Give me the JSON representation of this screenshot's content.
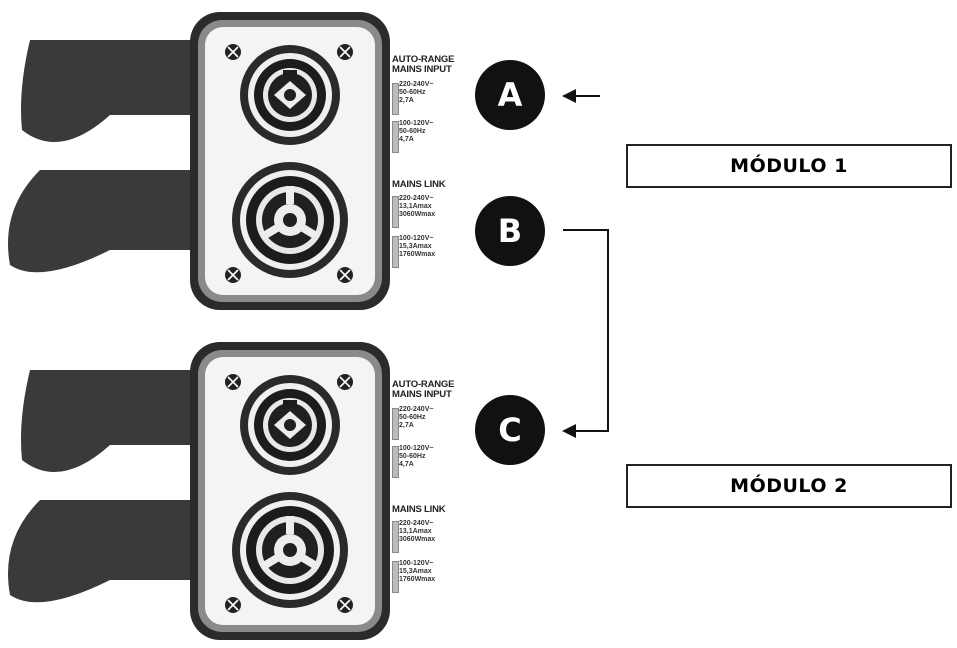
{
  "modules": [
    {
      "label": "MÓDULO 1",
      "input_title_1": "AUTO-RANGE",
      "input_title_2": "MAINS INPUT",
      "input_hi_1": "220-240V~",
      "input_hi_2": "50-60Hz",
      "input_hi_3": "2,7A",
      "input_lo_1": "100-120V~",
      "input_lo_2": "50-60Hz",
      "input_lo_3": "4,7A",
      "link_title": "MAINS LINK",
      "link_hi_1": "220-240V~",
      "link_hi_2": "13,1Amax",
      "link_hi_3": "3060Wmax",
      "link_lo_1": "100-120V~",
      "link_lo_2": "15,3Amax",
      "link_lo_3": "1760Wmax"
    },
    {
      "label": "MÓDULO 2",
      "input_title_1": "AUTO-RANGE",
      "input_title_2": "MAINS INPUT",
      "input_hi_1": "220-240V~",
      "input_hi_2": "50-60Hz",
      "input_hi_3": "2,7A",
      "input_lo_1": "100-120V~",
      "input_lo_2": "50-60Hz",
      "input_lo_3": "4,7A",
      "link_title": "MAINS LINK",
      "link_hi_1": "220-240V~",
      "link_hi_2": "13,1Amax",
      "link_hi_3": "3060Wmax",
      "link_lo_1": "100-120V~",
      "link_lo_2": "15,3Amax",
      "link_lo_3": "1760Wmax"
    }
  ],
  "markers": {
    "a": "A",
    "b": "B",
    "c": "C"
  }
}
